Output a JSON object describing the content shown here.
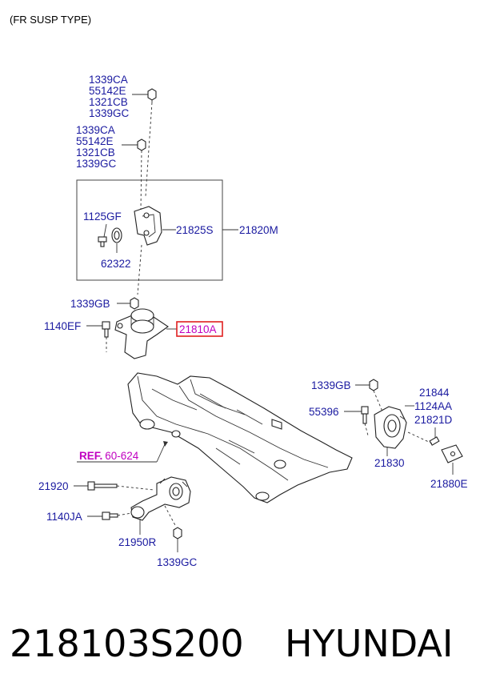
{
  "header": {
    "title": "(FR SUSP TYPE)"
  },
  "labels": {
    "top_group_1": [
      "1339CA",
      "55142E",
      "1321CB",
      "1339GC"
    ],
    "top_group_2": [
      "1339CA",
      "55142E",
      "1321CB",
      "1339GC"
    ],
    "bracket_bolt": "1125GF",
    "bracket_bushing": "62322",
    "bracket": "21825S",
    "bracket_assy": "21820M",
    "mount_nut": "1339GB",
    "mount_bolt": "1140EF",
    "mount_assy": "21810A",
    "right_nut": "1339GB",
    "right_bolt": "55396",
    "right_group": [
      "21844",
      "1124AA",
      "21821D"
    ],
    "right_mount": "21830",
    "right_cover": "21880E",
    "ref_prefix": "REF.",
    "ref_number": "60-624",
    "lower_bolt": "21920",
    "lower_bolt2": "1140JA",
    "lower_mount": "21950R",
    "lower_nut": "1339GC"
  },
  "highlight": {
    "color": "#e02020"
  },
  "footer": {
    "part_number": "218103S200",
    "brand": "HYUNDAI"
  }
}
